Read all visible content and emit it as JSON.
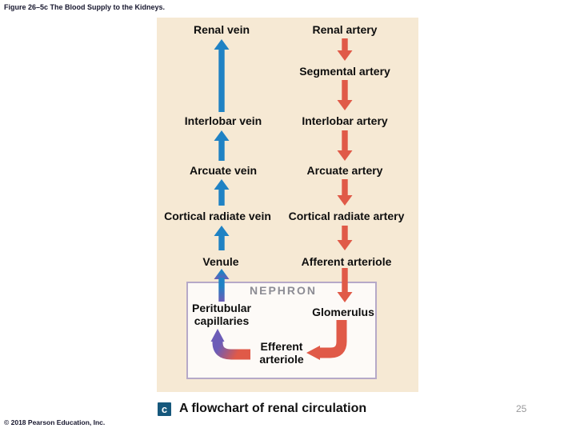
{
  "page": {
    "figure_label": "Figure 26–5c The Blood Supply to the Kidneys.",
    "copyright": "© 2018 Pearson Education, Inc.",
    "page_number": "25"
  },
  "caption": {
    "badge": "c",
    "text": "A flowchart of renal circulation"
  },
  "flowchart": {
    "nodes": {
      "renal_vein": "Renal vein",
      "renal_artery": "Renal artery",
      "segmental_artery": "Segmental artery",
      "interlobar_vein": "Interlobar vein",
      "interlobar_artery": "Interlobar artery",
      "arcuate_vein": "Arcuate vein",
      "arcuate_artery": "Arcuate artery",
      "cortical_radiate_vein": "Cortical radiate vein",
      "cortical_radiate_artery": "Cortical radiate artery",
      "venule": "Venule",
      "afferent_arteriole": "Afferent arteriole",
      "nephron": "NEPHRON",
      "peritubular_capillaries": "Peritubular capillaries",
      "glomerulus": "Glomerulus",
      "efferent_arteriole": "Efferent arteriole"
    },
    "flow_sequences": {
      "arterial": [
        "Renal artery",
        "Segmental artery",
        "Interlobar artery",
        "Arcuate artery",
        "Cortical radiate artery",
        "Afferent arteriole",
        "Glomerulus",
        "Efferent arteriole",
        "Peritubular capillaries"
      ],
      "venous": [
        "Peritubular capillaries",
        "Venule",
        "Cortical radiate vein",
        "Arcuate vein",
        "Interlobar vein",
        "Renal vein"
      ]
    }
  },
  "colors": {
    "panel_bg": "#f6e9d4",
    "vein_blue": "#1f82c4",
    "artery_red": "#e05a48",
    "capillary_purple": "#6c5cb7",
    "nephron_bg": "#fdfaf7",
    "nephron_border": "#b6a9c8",
    "nephron_label": "#8c8c94",
    "badge_bg": "#16587c",
    "page_number_gray": "#98989a"
  }
}
